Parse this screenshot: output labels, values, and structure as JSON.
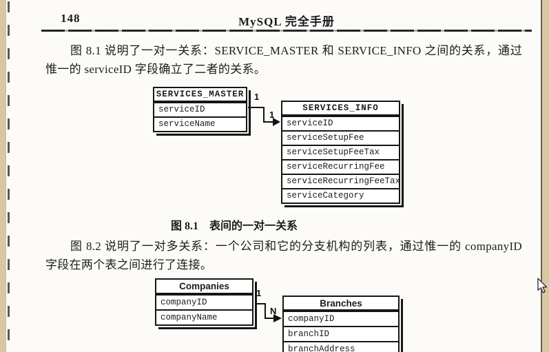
{
  "header": {
    "page_number": "148",
    "book_title": "MySQL 完全手册"
  },
  "body": {
    "paragraph1": "图 8.1 说明了一对一关系：SERVICE_MASTER 和 SERVICE_INFO 之间的关系，通过惟一的 serviceID 字段确立了二者的关系。",
    "paragraph2": "图 8.2 说明了一对多关系：一个公司和它的分支机构的列表，通过惟一的 companyID 字段在两个表之间进行了连接。"
  },
  "figure1": {
    "caption": "图 8.1　表间的一对一关系",
    "master_table": {
      "title": "SERVICES_MASTER",
      "fields": [
        "serviceID",
        "serviceName"
      ]
    },
    "info_table": {
      "title": "SERVICES_INFO",
      "fields": [
        "serviceID",
        "serviceSetupFee",
        "serviceSetupFeeTax",
        "serviceRecurringFee",
        "serviceRecurringFeeTax",
        "serviceCategory"
      ]
    },
    "relation": {
      "left_label": "1",
      "right_label": "1"
    }
  },
  "figure2": {
    "companies_table": {
      "title": "Companies",
      "fields": [
        "companyID",
        "companyName"
      ]
    },
    "branches_table": {
      "title": "Branches",
      "fields": [
        "companyID",
        "branchID",
        "branchAddress"
      ]
    },
    "relation": {
      "left_label": "1",
      "right_label": "N"
    }
  },
  "colors": {
    "scanner_margin_tan": "#d9c7a3",
    "page_white": "#fcfbf8",
    "ink_black": "#1c1c1c"
  }
}
